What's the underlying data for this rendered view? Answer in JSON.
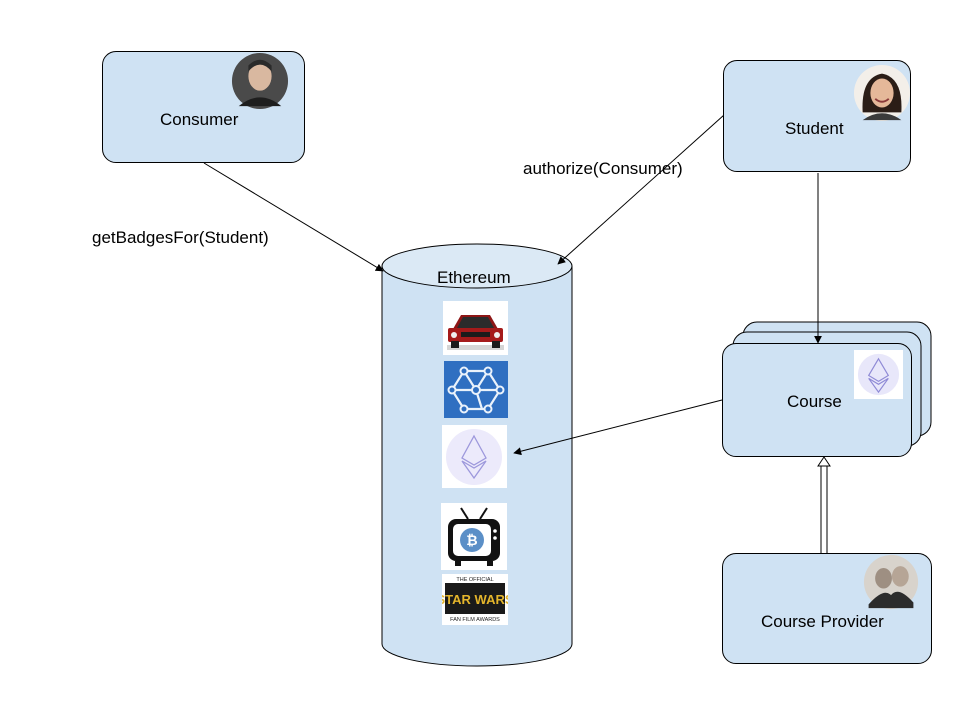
{
  "nodes": {
    "consumer": {
      "label": "Consumer",
      "avatar_icon": "person-avatar-icon"
    },
    "student": {
      "label": "Student",
      "avatar_icon": "person-avatar-icon"
    },
    "ethereum": {
      "label": "Ethereum"
    },
    "course": {
      "label": "Course",
      "logo_icon": "ethereum-logo-icon"
    },
    "course_provider": {
      "label": "Course Provider",
      "avatar_icon": "people-avatar-icon"
    }
  },
  "edges": {
    "consumer_to_ethereum": "getBadgesFor(Student)",
    "student_to_ethereum": "authorize(Consumer)"
  },
  "badges": [
    {
      "icon": "car-badge-icon"
    },
    {
      "icon": "network-badge-icon"
    },
    {
      "icon": "ethereum-badge-icon"
    },
    {
      "icon": "bitcoin-tv-badge-icon"
    },
    {
      "icon": "star-wars-badge-icon"
    }
  ],
  "star_wars_badge": {
    "top": "THE OFFICIAL",
    "main": "STAR WARS",
    "bottom": "FAN FILM AWARDS"
  },
  "colors": {
    "node_fill": "#cfe2f3",
    "stroke": "#000000"
  }
}
